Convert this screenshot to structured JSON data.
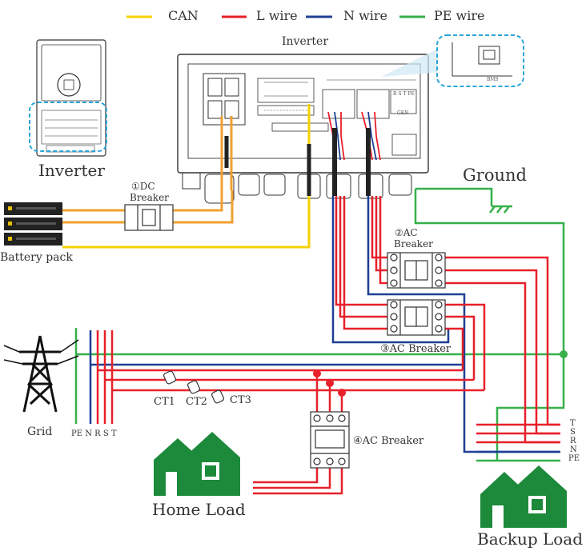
{
  "legend": [
    {
      "label": "CAN",
      "color": "#f5d200"
    },
    {
      "label": "L wire",
      "color": "#e8202a"
    },
    {
      "label": "N wire",
      "color": "#1f3f96"
    },
    {
      "label": "PE wire",
      "color": "#35b04a"
    }
  ],
  "colors": {
    "can": "#f5d200",
    "dc": "#f0a030",
    "l": "#e8202a",
    "n": "#1f3f96",
    "pe": "#35b04a",
    "accent_dashed": "#2aa5d8",
    "house": "#1c8a3a"
  },
  "labels": {
    "inverter_top": "Inverter",
    "inverter_left": "Inverter",
    "bms": "BMS",
    "ground": "Ground",
    "dc_breaker": "①DC",
    "dc_breaker_2": "Breaker",
    "battery": "Battery pack",
    "ac_breaker_2": "②AC",
    "ac_breaker_2b": "Breaker",
    "ac_breaker_3": "③AC Breaker",
    "ac_breaker_4": "④AC Breaker",
    "ct1": "CT1",
    "ct2": "CT2",
    "ct3": "CT3",
    "grid": "Grid",
    "grid_terminals": "PE N R S T",
    "home_load": "Home Load",
    "backup_load": "Backup Load",
    "terminal_t": "T",
    "terminal_s": "S",
    "terminal_r": "R",
    "terminal_n": "N",
    "terminal_pe": "PE",
    "terminal_strip": "R S T PE",
    "gen": "GEN"
  },
  "icons": [
    "inverter-icon",
    "battery-pack-icon",
    "grid-tower-icon",
    "ground-icon",
    "home-icon",
    "backup-home-icon",
    "ct-clamp-icon",
    "breaker-icon"
  ]
}
